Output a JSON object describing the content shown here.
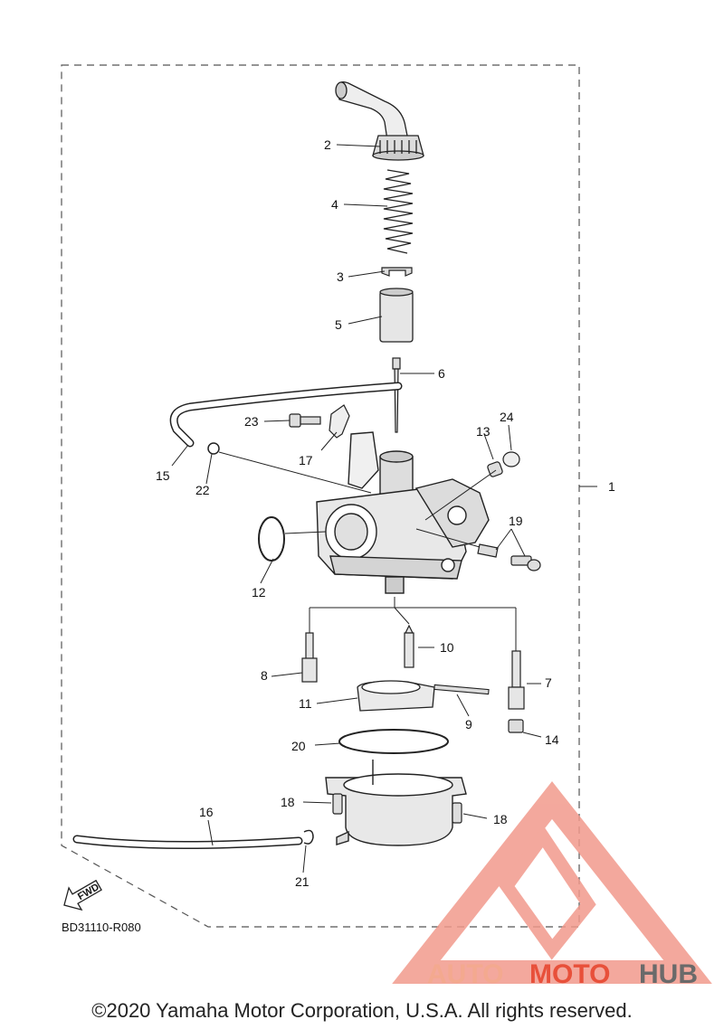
{
  "diagram": {
    "code": "BD31110-R080",
    "fwd_label": "FWD",
    "part_labels": [
      "1",
      "2",
      "3",
      "4",
      "5",
      "6",
      "7",
      "8",
      "9",
      "10",
      "11",
      "12",
      "13",
      "14",
      "15",
      "16",
      "17",
      "18",
      "18",
      "19",
      "20",
      "21",
      "22",
      "23",
      "24"
    ]
  },
  "watermark": {
    "brand_a": "AUTO",
    "brand_b": "MOTO",
    "brand_c": "HUB",
    "colors": {
      "auto": "#f3a98f",
      "moto": "#e8503a",
      "hub": "#6a6a6a",
      "triangle": "#f19a8c"
    }
  },
  "footer": {
    "copyright": "©2020 Yamaha Motor Corporation, U.S.A. All rights reserved."
  }
}
